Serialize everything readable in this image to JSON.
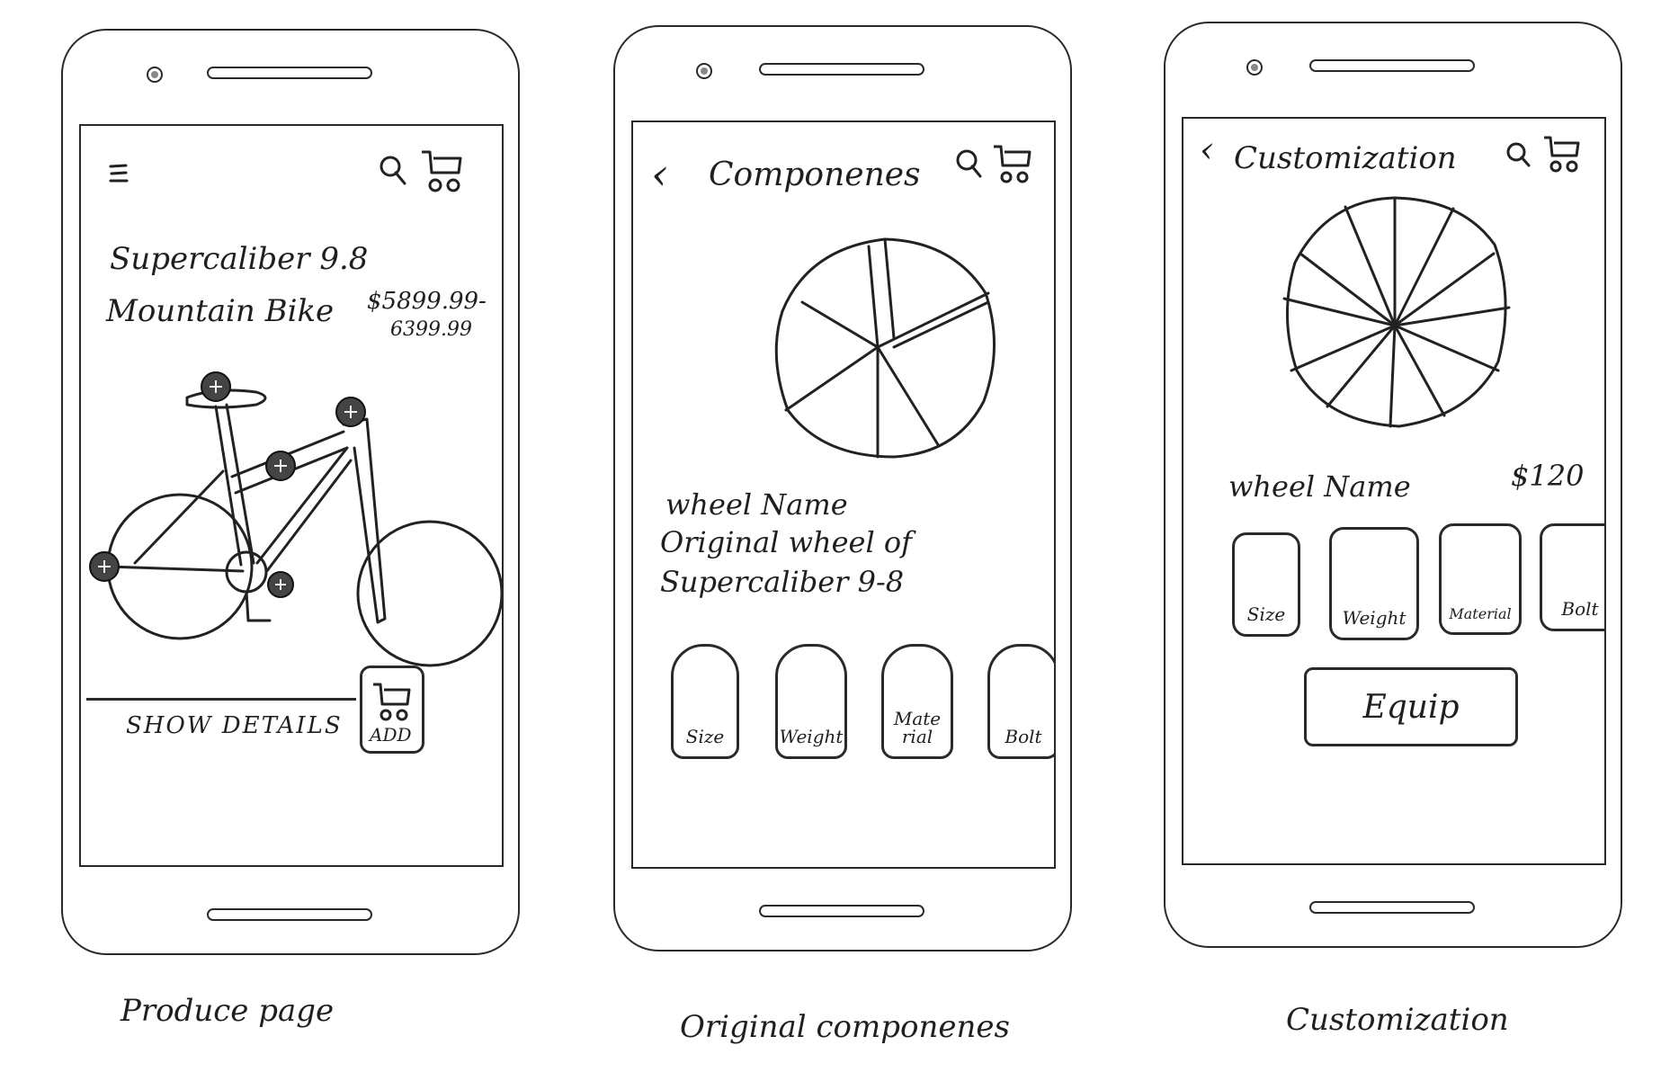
{
  "captions": [
    "Produce page",
    "Original componenes",
    "Customization"
  ],
  "product_page": {
    "title_line1": "Supercaliber 9.8",
    "title_line2": "Mountain Bike",
    "price_line1": "$5899.99-",
    "price_line2": "6399.99",
    "show_details": "SHOW DETAILS",
    "add_label": "ADD",
    "icons": [
      "menu-icon",
      "search-icon",
      "cart-icon"
    ]
  },
  "components_page": {
    "header_title": "Componenes",
    "wheel_name": "wheel Name",
    "desc_line1": "Original wheel of",
    "desc_line2": "Supercaliber 9-8",
    "chips": [
      "Size",
      "Weight",
      "Mate rial",
      "Bolt"
    ]
  },
  "customization_page": {
    "header_title": "Customization",
    "wheel_name": "wheel Name",
    "price": "$120",
    "chips": [
      "Size",
      "Weight",
      "Material",
      "Bolt"
    ],
    "equip_label": "Equip"
  }
}
